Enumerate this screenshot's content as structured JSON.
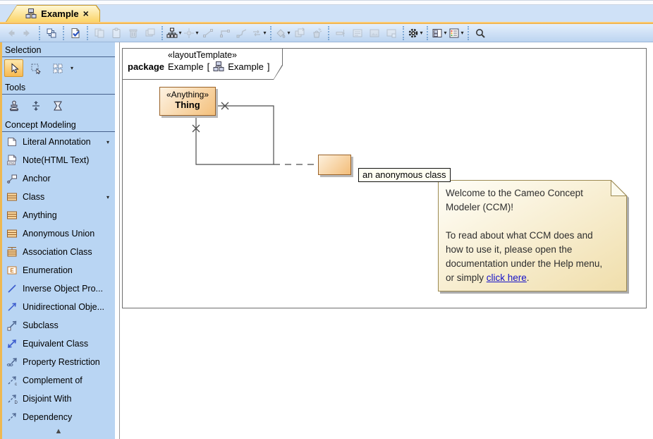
{
  "tab": {
    "title": "Example",
    "close_glyph": "×",
    "icon": "class-diagram"
  },
  "glyphs": {
    "caret": "▾",
    "scroll_up": "▲"
  },
  "colors": {
    "tab_accent": "#f0b44a",
    "sidebar_bg": "#b9d5f3",
    "class_fill": "#f4c07b",
    "class_border": "#9a6228",
    "note_border": "#9c8a52",
    "link": "#1511c8"
  },
  "toolbar": {
    "groups": [
      {
        "items": [
          {
            "name": "back",
            "icon": "back-arrow",
            "enabled": false
          },
          {
            "name": "forward",
            "icon": "forward-arrow",
            "enabled": false
          }
        ]
      },
      {
        "items": [
          {
            "name": "related-elements",
            "icon": "containment",
            "enabled": true
          }
        ]
      },
      {
        "items": [
          {
            "name": "validate-diagram",
            "icon": "validate",
            "enabled": true
          }
        ]
      },
      {
        "items": [
          {
            "name": "copy",
            "icon": "copy",
            "enabled": false
          },
          {
            "name": "paste",
            "icon": "paste",
            "enabled": false
          },
          {
            "name": "delete",
            "icon": "trash",
            "enabled": false
          },
          {
            "name": "paste-with-layout",
            "icon": "stack",
            "enabled": false
          }
        ]
      },
      {
        "items": [
          {
            "name": "quick-layout",
            "icon": "tree",
            "enabled": true,
            "dropdown": true
          },
          {
            "name": "align",
            "icon": "align",
            "enabled": false,
            "dropdown": true
          },
          {
            "name": "straight-line-style",
            "icon": "line-straight",
            "enabled": false
          },
          {
            "name": "rectilinear-line-style",
            "icon": "line-rect",
            "enabled": false
          },
          {
            "name": "oblique-line-style",
            "icon": "line-oblique",
            "enabled": false
          },
          {
            "name": "reset-edges",
            "icon": "reset-edges",
            "enabled": false,
            "dropdown": true
          }
        ]
      },
      {
        "items": [
          {
            "name": "fill-color",
            "icon": "bucket",
            "enabled": false,
            "dropdown": true
          },
          {
            "name": "copy-style",
            "icon": "style-copy",
            "enabled": false
          },
          {
            "name": "apply-style",
            "icon": "spray",
            "enabled": false
          }
        ]
      },
      {
        "items": [
          {
            "name": "make-same-width",
            "icon": "match-width",
            "enabled": false
          },
          {
            "name": "edit-compartments",
            "icon": "textbox",
            "enabled": false
          },
          {
            "name": "show-image",
            "icon": "imagebox",
            "enabled": false
          },
          {
            "name": "display-options",
            "icon": "displaybox",
            "enabled": false
          }
        ]
      },
      {
        "items": [
          {
            "name": "diagram-properties",
            "icon": "gear",
            "enabled": true,
            "dropdown": true
          }
        ]
      },
      {
        "items": [
          {
            "name": "show-diagram-frame",
            "icon": "window-layout",
            "enabled": true,
            "dropdown": true
          },
          {
            "name": "legend",
            "icon": "list-colored",
            "enabled": true,
            "dropdown": true
          }
        ]
      },
      {
        "items": [
          {
            "name": "zoom-search",
            "icon": "magnifier",
            "enabled": true
          }
        ]
      }
    ]
  },
  "sidebar": {
    "selection": {
      "title": "Selection",
      "tools": [
        {
          "name": "select-cursor",
          "icon": "cursor",
          "selected": true
        },
        {
          "name": "marquee-select",
          "icon": "marquee",
          "selected": false
        },
        {
          "name": "multi-select",
          "icon": "multi-select",
          "selected": false,
          "dropdown": true
        }
      ]
    },
    "tools": {
      "title": "Tools",
      "tools": [
        {
          "name": "stamp-tool",
          "icon": "stamp",
          "selected": false
        },
        {
          "name": "vertical-spacing-tool",
          "icon": "distribute-vertical",
          "selected": false
        },
        {
          "name": "match-size-tool",
          "icon": "match-size",
          "selected": false
        }
      ]
    },
    "concept_modeling": {
      "title": "Concept Modeling",
      "items": [
        {
          "name": "literal-annotation",
          "icon": "literal-annotation",
          "label": "Literal Annotation",
          "dropdown": true
        },
        {
          "name": "note-html-text",
          "icon": "note-html",
          "label": "Note(HTML Text)"
        },
        {
          "name": "anchor",
          "icon": "anchor",
          "label": "Anchor"
        },
        {
          "name": "class",
          "icon": "class-box",
          "label": "Class",
          "dropdown": true
        },
        {
          "name": "anything",
          "icon": "class-box",
          "label": "Anything"
        },
        {
          "name": "anonymous-union",
          "icon": "class-box",
          "label": "Anonymous Union"
        },
        {
          "name": "association-class",
          "icon": "association-class",
          "label": "Association Class"
        },
        {
          "name": "enumeration",
          "icon": "enumeration",
          "label": "Enumeration"
        },
        {
          "name": "inverse-object-property",
          "icon": "diag-line",
          "label": "Inverse Object Pro..."
        },
        {
          "name": "unidirectional-object-property",
          "icon": "diag-arrow",
          "label": "Unidirectional Obje..."
        },
        {
          "name": "subclass",
          "icon": "subclass",
          "label": "Subclass"
        },
        {
          "name": "equivalent-class",
          "icon": "equivalent",
          "label": "Equivalent Class"
        },
        {
          "name": "property-restriction",
          "icon": "property-restriction",
          "label": "Property Restriction"
        },
        {
          "name": "complement-of",
          "icon": "complement",
          "label": "Complement of"
        },
        {
          "name": "disjoint-with",
          "icon": "disjoint",
          "label": "Disjoint With"
        },
        {
          "name": "dependency",
          "icon": "dashed-arrow",
          "label": "Dependency"
        }
      ]
    }
  },
  "canvas": {
    "frame": {
      "stereotype": "«layoutTemplate»",
      "keyword": "package",
      "name": "Example",
      "bracket_open": "[",
      "diagram_name": "Example",
      "bracket_close": "]"
    },
    "thing_box": {
      "stereotype": "«Anything»",
      "name": "Thing"
    },
    "anonymous_label": "an anonymous class",
    "note": {
      "lines": [
        "Welcome to the Cameo Concept",
        "Modeler (CCM)!",
        "",
        "To read about what CCM does and",
        "how to use it, please open the",
        "documentation under the Help menu,"
      ],
      "final_before": "or simply ",
      "link_text": "click here",
      "final_after": "."
    }
  }
}
